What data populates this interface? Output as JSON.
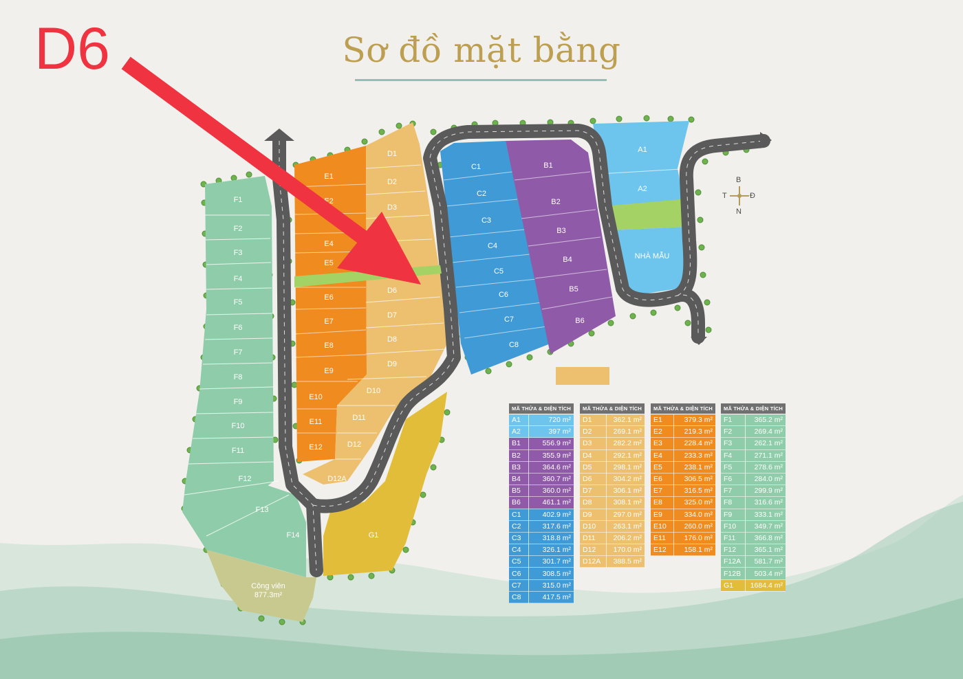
{
  "marker_label": "D6",
  "title": "Sơ đồ mặt bằng",
  "compass": {
    "north": "B",
    "south": "N",
    "west": "T",
    "east": "Đ"
  },
  "colors": {
    "A": "#6dc4ec",
    "B": "#8f5ba8",
    "C": "#3f9ad6",
    "D": "#ecc06f",
    "E": "#f08c1f",
    "F": "#8fcdaa",
    "G": "#e2bd3a",
    "park": "#c8c98f",
    "road": "#5a5a5a",
    "green_strip": "#a4d264",
    "arrow": "#ef3340",
    "title": "#bd9f52"
  },
  "map_labels": {
    "A1": "A1",
    "A2": "A2",
    "nha_mau": "NHÀ MẪU",
    "B1": "B1",
    "B2": "B2",
    "B3": "B3",
    "B4": "B4",
    "B5": "B5",
    "B6": "B6",
    "C1": "C1",
    "C2": "C2",
    "C3": "C3",
    "C4": "C4",
    "C5": "C5",
    "C6": "C6",
    "C7": "C7",
    "C8": "C8",
    "D1": "D1",
    "D2": "D2",
    "D3": "D3",
    "D6": "D6",
    "D7": "D7",
    "D8": "D8",
    "D9": "D9",
    "D10": "D10",
    "D11": "D11",
    "D12": "D12",
    "D12A": "D12A",
    "E1": "E1",
    "E2": "E2",
    "E4": "E4",
    "E5": "E5",
    "E6": "E6",
    "E7": "E7",
    "E8": "E8",
    "E9": "E9",
    "E10": "E10",
    "E11": "E11",
    "E12": "E12",
    "F1": "F1",
    "F2": "F2",
    "F3": "F3",
    "F4": "F4",
    "F5": "F5",
    "F6": "F6",
    "F7": "F7",
    "F8": "F8",
    "F9": "F9",
    "F10": "F10",
    "F11": "F11",
    "F12": "F12",
    "F13": "F13",
    "F14": "F14",
    "G1": "G1",
    "park_name": "Công viên",
    "park_area": "877.3m²"
  },
  "tables": [
    {
      "header": "MÃ THỬA & DIỆN TÍCH",
      "rows": [
        {
          "code": "A1",
          "area": "720 m²",
          "color": "#6dc4ec"
        },
        {
          "code": "A2",
          "area": "397 m²",
          "color": "#6dc4ec"
        },
        {
          "code": "B1",
          "area": "556.9 m²",
          "color": "#8f5ba8"
        },
        {
          "code": "B2",
          "area": "355.9 m²",
          "color": "#8f5ba8"
        },
        {
          "code": "B3",
          "area": "364.6 m²",
          "color": "#8f5ba8"
        },
        {
          "code": "B4",
          "area": "360.7 m²",
          "color": "#8f5ba8"
        },
        {
          "code": "B5",
          "area": "360.0 m²",
          "color": "#8f5ba8"
        },
        {
          "code": "B6",
          "area": "461.1 m²",
          "color": "#8f5ba8"
        },
        {
          "code": "C1",
          "area": "402.9 m²",
          "color": "#3f9ad6"
        },
        {
          "code": "C2",
          "area": "317.6 m²",
          "color": "#3f9ad6"
        },
        {
          "code": "C3",
          "area": "318.8 m²",
          "color": "#3f9ad6"
        },
        {
          "code": "C4",
          "area": "326.1 m²",
          "color": "#3f9ad6"
        },
        {
          "code": "C5",
          "area": "301.7 m²",
          "color": "#3f9ad6"
        },
        {
          "code": "C6",
          "area": "308.5 m²",
          "color": "#3f9ad6"
        },
        {
          "code": "C7",
          "area": "315.0 m²",
          "color": "#3f9ad6"
        },
        {
          "code": "C8",
          "area": "417.5 m²",
          "color": "#3f9ad6"
        }
      ]
    },
    {
      "header": "MÃ THỬA & DIỆN TÍCH",
      "rows": [
        {
          "code": "D1",
          "area": "362.1 m²",
          "color": "#ecc06f"
        },
        {
          "code": "D2",
          "area": "269.1 m²",
          "color": "#ecc06f"
        },
        {
          "code": "D3",
          "area": "282.2 m²",
          "color": "#ecc06f"
        },
        {
          "code": "D4",
          "area": "292.1 m²",
          "color": "#ecc06f"
        },
        {
          "code": "D5",
          "area": "298.1 m²",
          "color": "#ecc06f"
        },
        {
          "code": "D6",
          "area": "304.2 m²",
          "color": "#ecc06f"
        },
        {
          "code": "D7",
          "area": "306.1 m²",
          "color": "#ecc06f"
        },
        {
          "code": "D8",
          "area": "308.1 m²",
          "color": "#ecc06f"
        },
        {
          "code": "D9",
          "area": "297.0 m²",
          "color": "#ecc06f"
        },
        {
          "code": "D10",
          "area": "263.1 m²",
          "color": "#ecc06f"
        },
        {
          "code": "D11",
          "area": "206.2 m²",
          "color": "#ecc06f"
        },
        {
          "code": "D12",
          "area": "170.0 m²",
          "color": "#ecc06f"
        },
        {
          "code": "D12A",
          "area": "388.5 m²",
          "color": "#ecc06f"
        }
      ]
    },
    {
      "header": "MÃ THỬA & DIỆN TÍCH",
      "rows": [
        {
          "code": "E1",
          "area": "379.3 m²",
          "color": "#f08c1f"
        },
        {
          "code": "E2",
          "area": "219.3 m²",
          "color": "#f08c1f"
        },
        {
          "code": "E3",
          "area": "228.4 m²",
          "color": "#f08c1f"
        },
        {
          "code": "E4",
          "area": "233.3 m²",
          "color": "#f08c1f"
        },
        {
          "code": "E5",
          "area": "238.1 m²",
          "color": "#f08c1f"
        },
        {
          "code": "E6",
          "area": "306.5 m²",
          "color": "#f08c1f"
        },
        {
          "code": "E7",
          "area": "316.5 m²",
          "color": "#f08c1f"
        },
        {
          "code": "E8",
          "area": "325.0 m²",
          "color": "#f08c1f"
        },
        {
          "code": "E9",
          "area": "334.0 m²",
          "color": "#f08c1f"
        },
        {
          "code": "E10",
          "area": "260.0 m²",
          "color": "#f08c1f"
        },
        {
          "code": "E11",
          "area": "176.0 m²",
          "color": "#f08c1f"
        },
        {
          "code": "E12",
          "area": "158.1 m²",
          "color": "#f08c1f"
        }
      ]
    },
    {
      "header": "MÃ THỬA & DIỆN TÍCH",
      "rows": [
        {
          "code": "F1",
          "area": "365.2 m²",
          "color": "#8fcdaa"
        },
        {
          "code": "F2",
          "area": "269.4 m²",
          "color": "#8fcdaa"
        },
        {
          "code": "F3",
          "area": "262.1 m²",
          "color": "#8fcdaa"
        },
        {
          "code": "F4",
          "area": "271.1 m²",
          "color": "#8fcdaa"
        },
        {
          "code": "F5",
          "area": "278.6 m²",
          "color": "#8fcdaa"
        },
        {
          "code": "F6",
          "area": "284.0 m²",
          "color": "#8fcdaa"
        },
        {
          "code": "F7",
          "area": "299.9 m²",
          "color": "#8fcdaa"
        },
        {
          "code": "F8",
          "area": "316.6 m²",
          "color": "#8fcdaa"
        },
        {
          "code": "F9",
          "area": "333.1 m²",
          "color": "#8fcdaa"
        },
        {
          "code": "F10",
          "area": "349.7 m²",
          "color": "#8fcdaa"
        },
        {
          "code": "F11",
          "area": "366.8 m²",
          "color": "#8fcdaa"
        },
        {
          "code": "F12",
          "area": "365.1 m²",
          "color": "#8fcdaa"
        },
        {
          "code": "F12A",
          "area": "581.7 m²",
          "color": "#8fcdaa"
        },
        {
          "code": "F12B",
          "area": "503.4 m²",
          "color": "#8fcdaa"
        },
        {
          "code": "G1",
          "area": "1684.4 m²",
          "color": "#e2bd3a"
        }
      ]
    }
  ]
}
